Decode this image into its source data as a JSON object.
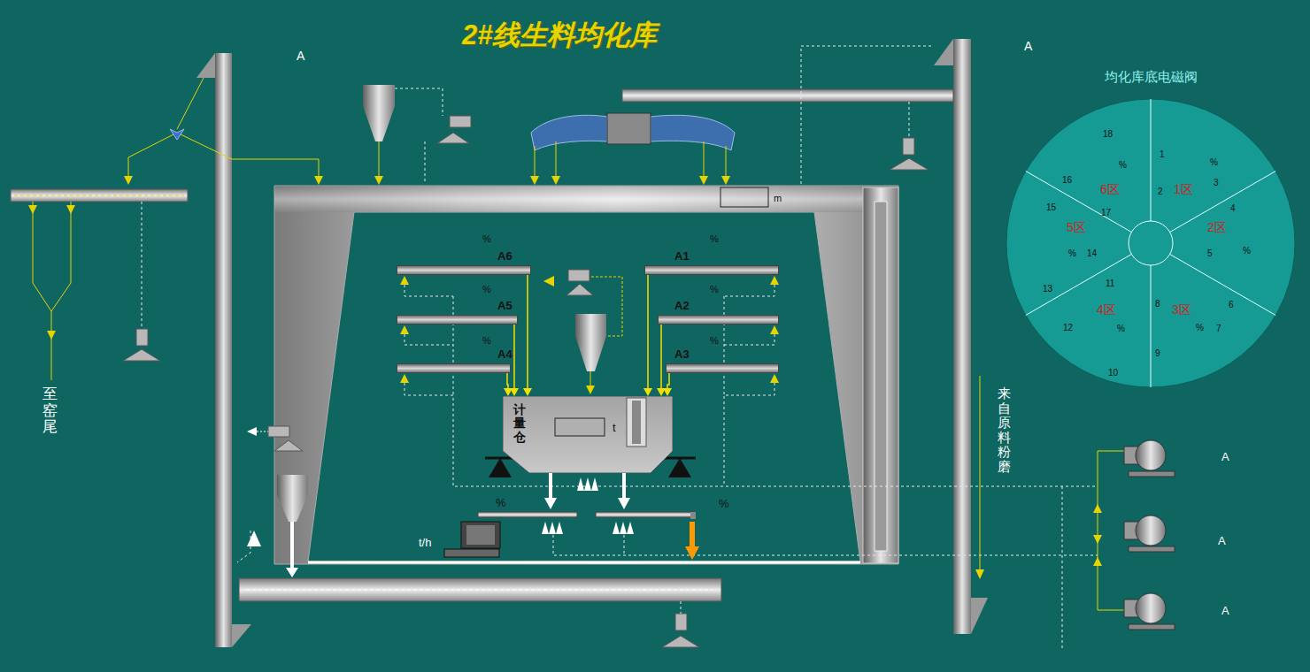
{
  "diagram": {
    "title": "2#线生料均化库",
    "nodes": [
      {
        "text": [
          "A6"
        ]
      },
      {
        "text": [
          "A5"
        ]
      },
      {
        "text": [
          "A4"
        ]
      },
      {
        "text": [
          "A1"
        ]
      },
      {
        "text": [
          "A2"
        ]
      },
      {
        "text": [
          "A3"
        ]
      },
      {
        "text": [
          "计量仓",
          "t"
        ]
      },
      {
        "text": [
          "均化库底电磁阀"
        ]
      }
    ],
    "edges": [
      {
        "from": 0,
        "to": 6,
        "arrow": "to"
      },
      {
        "from": 1,
        "to": 6,
        "arrow": "to"
      },
      {
        "from": 2,
        "to": 6,
        "arrow": "to"
      },
      {
        "from": 3,
        "to": 6,
        "arrow": "to"
      },
      {
        "from": 4,
        "to": 6,
        "arrow": "to"
      },
      {
        "from": 5,
        "to": 6,
        "arrow": "to"
      }
    ],
    "labels": [
      "A",
      "A",
      "m",
      "%",
      "%",
      "%",
      "%",
      "%",
      "%",
      "%",
      "%",
      "t/h",
      "至窑尾",
      "来自原料粉磨",
      "A",
      "A",
      "A",
      "18",
      "1",
      "%",
      "%",
      "3",
      "16",
      "6区",
      "2",
      "1区",
      "17",
      "4",
      "15",
      "5区",
      "2区",
      "%",
      "14",
      "5",
      "%",
      "11",
      "6",
      "13",
      "8",
      "4区",
      "3区",
      "12",
      "%",
      "%",
      "7",
      "9",
      "10"
    ]
  }
}
